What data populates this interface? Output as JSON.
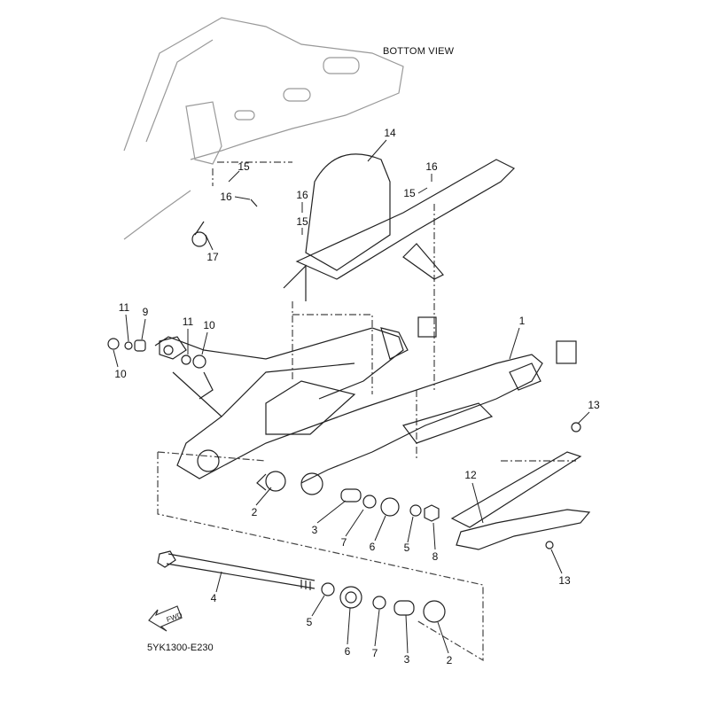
{
  "view_label": "BOTTOM VIEW",
  "diagram_code": "5YK1300-E230",
  "fwd_label": "FWD",
  "callouts": [
    "14",
    "15",
    "16",
    "15",
    "16",
    "15",
    "16",
    "17",
    "11",
    "9",
    "11",
    "10",
    "10",
    "1",
    "13",
    "12",
    "2",
    "3",
    "7",
    "6",
    "5",
    "8",
    "4",
    "5",
    "6",
    "7",
    "3",
    "2",
    "13"
  ]
}
